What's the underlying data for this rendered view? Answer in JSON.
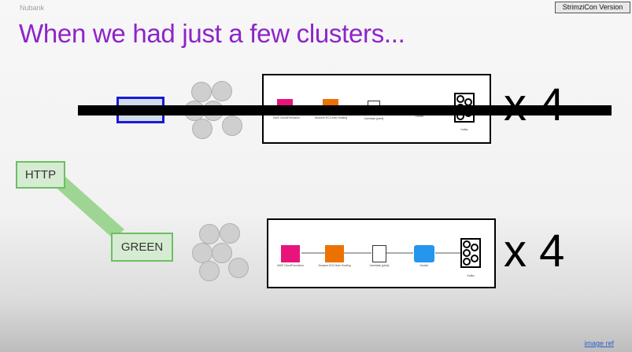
{
  "slide": {
    "brand": "Nubank",
    "badge": "StrimziCon Version",
    "title": "When we had just a few clusters...",
    "link": "image ref"
  },
  "row1": {
    "multiplier": "x 4",
    "struck": true,
    "pipeline": [
      "AWS CloudFormation",
      "Amazon EC2 Auto Scaling",
      "Userdata (yaml)",
      "Docker",
      "Kafka"
    ]
  },
  "row2": {
    "multiplier": "x 4",
    "pipeline": [
      "AWS CloudFormation",
      "Amazon EC2 Auto Scaling",
      "Userdata (yaml)",
      "Docker",
      "Kafka"
    ]
  },
  "labels": {
    "http": "HTTP",
    "green": "GREEN"
  },
  "colors": {
    "title": "#8e24c9",
    "blue_border": "#1a1ad6",
    "green_border": "#6cbf62",
    "green_fill": "#d6ecd2",
    "cloudformation": "#e7157b",
    "autoscaling": "#ed7100",
    "docker": "#2496ed"
  }
}
